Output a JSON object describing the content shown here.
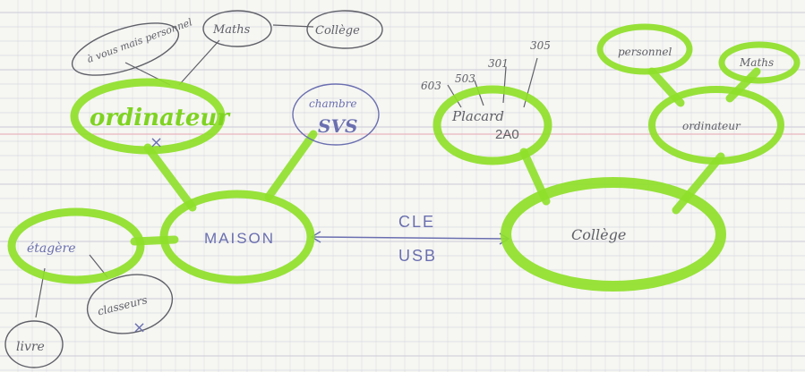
{
  "colors": {
    "paper": "#f6f6f2",
    "rule_line": "#c9cbd8",
    "margin_line": "#e7a7b3",
    "highlighter": "#8fe02a",
    "pencil": "#5f6068",
    "blue_pen": "#6a6fb0"
  },
  "nodes": {
    "maison": "MAISON",
    "college": "Collège",
    "ordinateur_left": "ordinateur",
    "ordinateur_left_note": "à vous mais personnel",
    "maths_left": "Maths",
    "college_small": "Collège",
    "chambre_label": "chambre",
    "chambre_code": "SVS",
    "etagere": "étagère",
    "livre": "livre",
    "classeurs": "classeurs",
    "placard": "Placard",
    "placard_number": "2A0",
    "placard_numbers": [
      "603",
      "503",
      "301",
      "305"
    ],
    "ordinateur_right": "ordinateur",
    "personnel": "personnel",
    "maths_right": "Maths",
    "cle": "CLE",
    "usb": "USB"
  },
  "marks": {
    "cross": "×"
  }
}
